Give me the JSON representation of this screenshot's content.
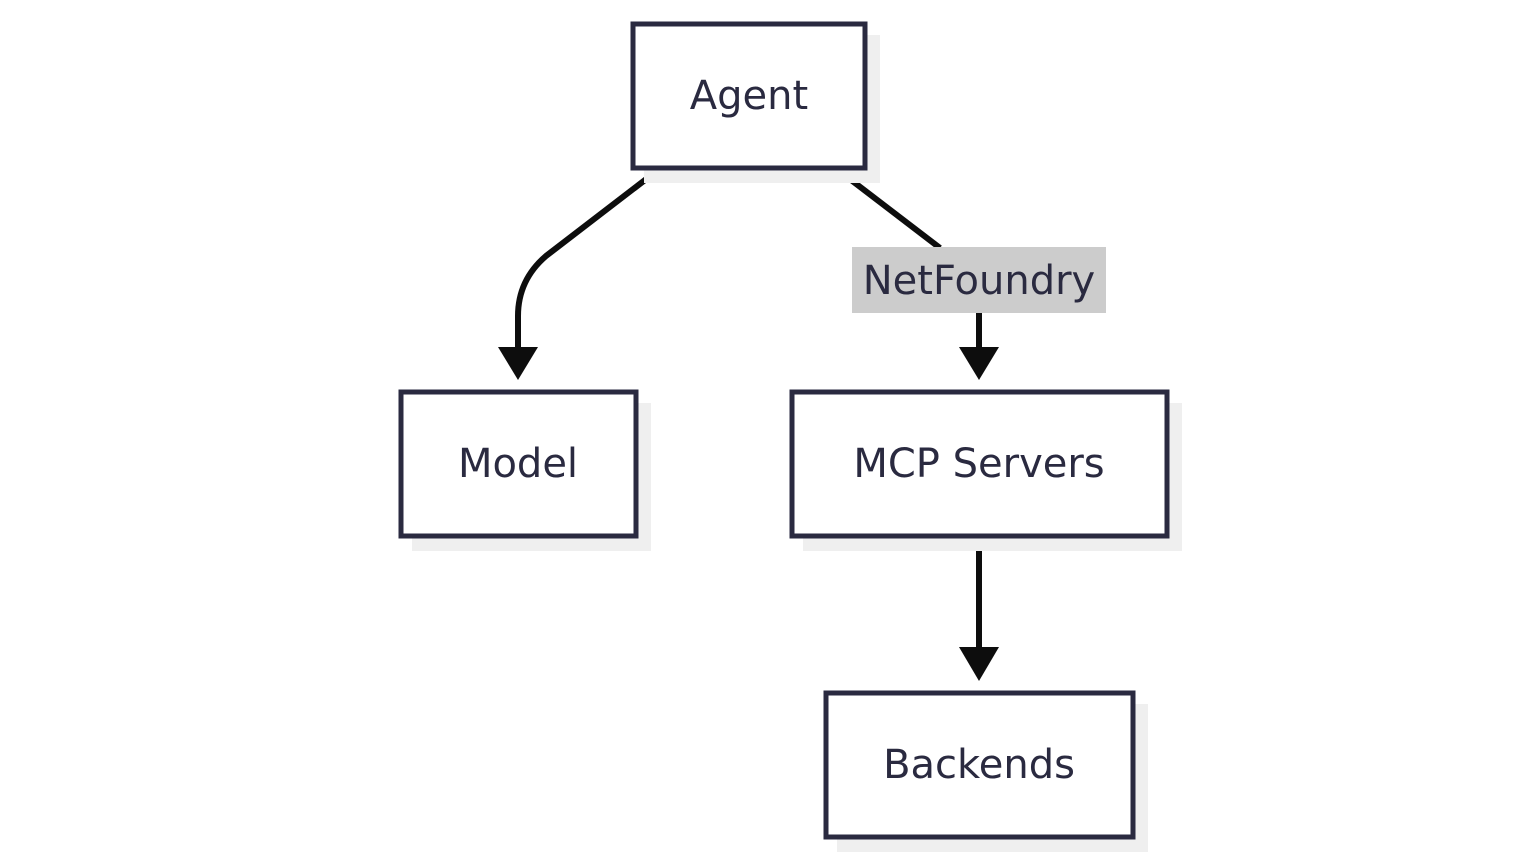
{
  "diagram": {
    "colors": {
      "node_border": "#2a2a40",
      "node_fill": "#ffffff",
      "node_shadow": "#efefef",
      "edge": "#0d0d0d",
      "edge_label_bg": "#cccccc",
      "text": "#2a2a40"
    },
    "nodes": {
      "agent": "Agent",
      "model": "Model",
      "mcp_servers": "MCP Servers",
      "backends": "Backends"
    },
    "edges": {
      "agent_to_model": {
        "from": "Agent",
        "to": "Model",
        "label": ""
      },
      "agent_to_mcp": {
        "from": "Agent",
        "to": "MCP Servers",
        "label": "NetFoundry"
      },
      "mcp_to_backends": {
        "from": "MCP Servers",
        "to": "Backends",
        "label": ""
      }
    }
  }
}
